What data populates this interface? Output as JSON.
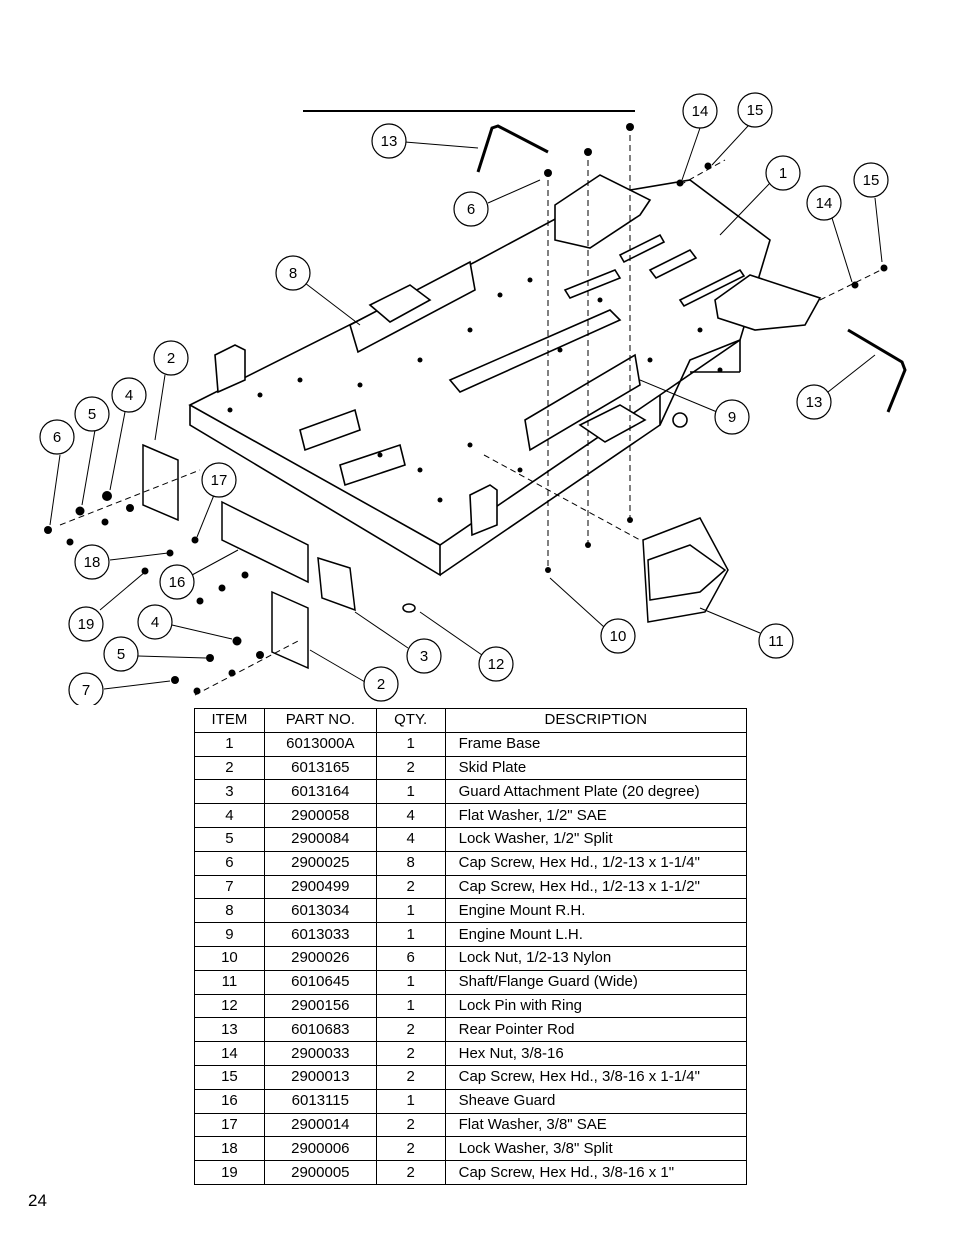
{
  "page": {
    "number": "24"
  },
  "table": {
    "headers": {
      "item": "ITEM",
      "part_no": "PART NO.",
      "qty": "QTY.",
      "description": "DESCRIPTION"
    },
    "rows": [
      {
        "item": "1",
        "part_no": "6013000A",
        "qty": "1",
        "description": "Frame Base"
      },
      {
        "item": "2",
        "part_no": "6013165",
        "qty": "2",
        "description": "Skid Plate"
      },
      {
        "item": "3",
        "part_no": "6013164",
        "qty": "1",
        "description": "Guard Attachment Plate (20 degree)"
      },
      {
        "item": "4",
        "part_no": "2900058",
        "qty": "4",
        "description": "Flat Washer, 1/2\" SAE"
      },
      {
        "item": "5",
        "part_no": "2900084",
        "qty": "4",
        "description": "Lock Washer, 1/2\" Split"
      },
      {
        "item": "6",
        "part_no": "2900025",
        "qty": "8",
        "description": "Cap Screw, Hex Hd., 1/2-13 x 1-1/4\""
      },
      {
        "item": "7",
        "part_no": "2900499",
        "qty": "2",
        "description": "Cap Screw, Hex Hd., 1/2-13 x 1-1/2\""
      },
      {
        "item": "8",
        "part_no": "6013034",
        "qty": "1",
        "description": "Engine Mount R.H."
      },
      {
        "item": "9",
        "part_no": "6013033",
        "qty": "1",
        "description": "Engine Mount L.H."
      },
      {
        "item": "10",
        "part_no": "2900026",
        "qty": "6",
        "description": "Lock Nut, 1/2-13 Nylon"
      },
      {
        "item": "11",
        "part_no": "6010645",
        "qty": "1",
        "description": "Shaft/Flange Guard (Wide)"
      },
      {
        "item": "12",
        "part_no": "2900156",
        "qty": "1",
        "description": "Lock Pin with Ring"
      },
      {
        "item": "13",
        "part_no": "6010683",
        "qty": "2",
        "description": "Rear Pointer Rod"
      },
      {
        "item": "14",
        "part_no": "2900033",
        "qty": "2",
        "description": "Hex Nut, 3/8-16"
      },
      {
        "item": "15",
        "part_no": "2900013",
        "qty": "2",
        "description": "Cap Screw, Hex Hd., 3/8-16 x 1-1/4\""
      },
      {
        "item": "16",
        "part_no": "6013115",
        "qty": "1",
        "description": "Sheave Guard"
      },
      {
        "item": "17",
        "part_no": "2900014",
        "qty": "2",
        "description": "Flat Washer, 3/8\" SAE"
      },
      {
        "item": "18",
        "part_no": "2900006",
        "qty": "2",
        "description": "Lock Washer, 3/8\" Split"
      },
      {
        "item": "19",
        "part_no": "2900005",
        "qty": "2",
        "description": "Cap Screw, Hex Hd., 3/8-16 x 1\""
      }
    ]
  },
  "diagram": {
    "callouts": [
      "13",
      "6",
      "14",
      "15",
      "1",
      "14",
      "15",
      "8",
      "2",
      "4",
      "5",
      "6",
      "17",
      "18",
      "16",
      "19",
      "4",
      "5",
      "7",
      "2",
      "3",
      "12",
      "10",
      "11",
      "13",
      "9"
    ]
  }
}
